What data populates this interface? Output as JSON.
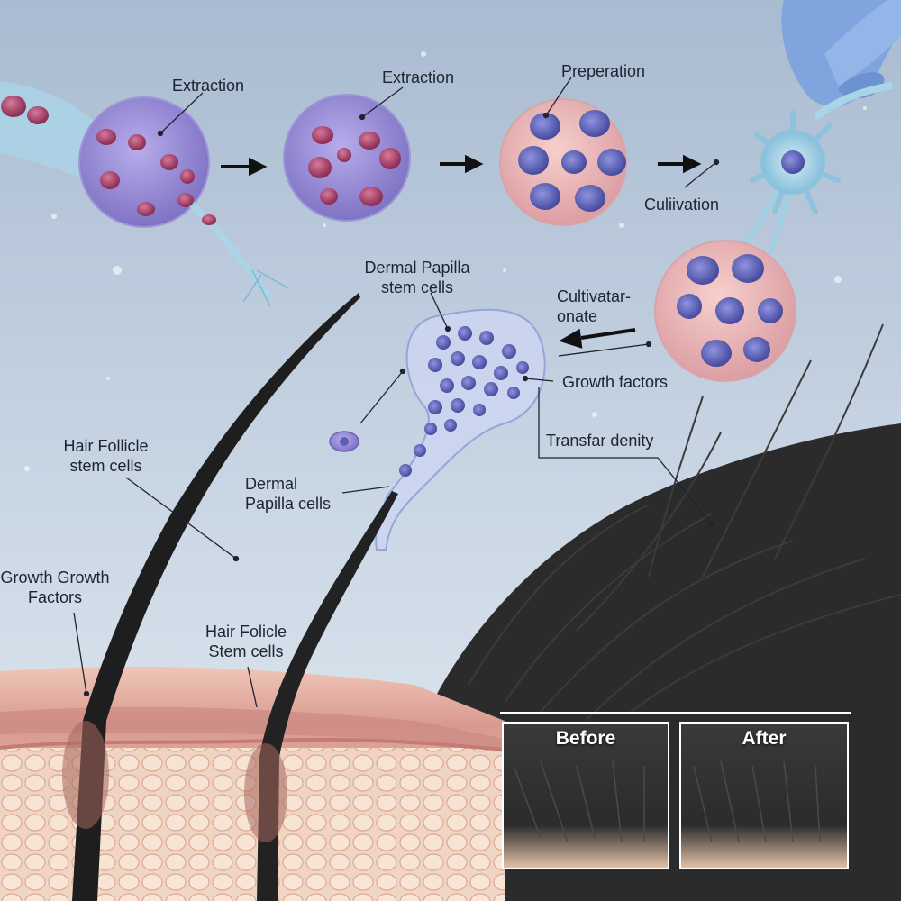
{
  "labels": {
    "extraction_1": "Extraction",
    "extraction_2": "Extraction",
    "preparation": "Preperation",
    "cultivation": "Culiivation",
    "dermal_papilla_stem_cells": [
      "Dermal Papilla",
      "stem cells"
    ],
    "cultivatoronate": [
      "Cultivatar-",
      "onate"
    ],
    "growth_factors_right": "Growth factors",
    "transfar_density": "Transfar denity",
    "hair_follicle_stem_cells_left": [
      "Hair Follicle",
      "stem cells"
    ],
    "dermal_papilla_cells": [
      "Dermal",
      "Papilla cells"
    ],
    "growth_factors_left": [
      "Growth Growth",
      "Factors"
    ],
    "hair_follicle_stem_cells_bottom": [
      "Hair Folicle",
      "Stem cells"
    ]
  },
  "comparison": {
    "before": "Before",
    "after": "After"
  },
  "colors": {
    "background_top": "#aebfd4",
    "background_bottom": "#dfe7ef",
    "cell_purple": "#9a8fd6",
    "nucleus_red": "#b34a72",
    "cell_pink": "#e9b6b6",
    "nucleus_blue": "#5b5fb8",
    "glove_blue": "#7da3dc",
    "skin": "#e9b7a8",
    "hair": "#2a2a2a"
  }
}
